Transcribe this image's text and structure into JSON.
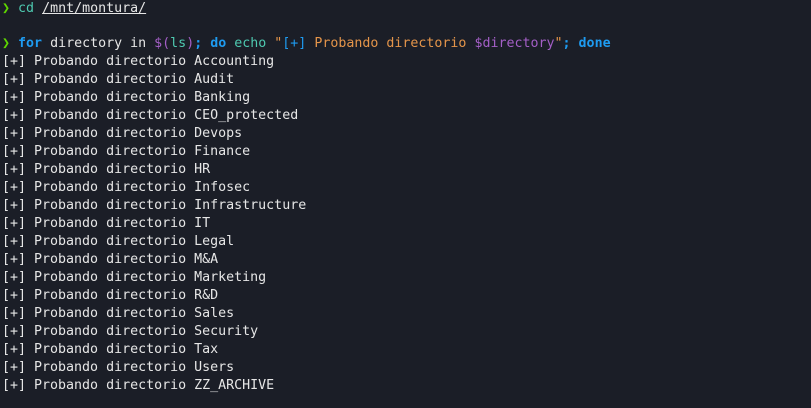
{
  "prompt_symbol": "❯",
  "commands": [
    {
      "cmd": "cd",
      "arg": "/mnt/montura/"
    },
    {
      "for_kw": "for",
      "var_name": " directory ",
      "in_kw": "in",
      "subst_open": " $(",
      "subst_cmd": "ls",
      "subst_close": ")",
      "semi1": ";",
      "do_kw": " do",
      "echo": " echo",
      "quote_open": " \"",
      "bracket": "[+]",
      "string_text": " Probando directorio ",
      "string_var": "$directory",
      "quote_close": "\"",
      "semi2": ";",
      "done_kw": " done"
    }
  ],
  "output_prefix": "[+] Probando directorio ",
  "output": [
    "[+] Probando directorio Accounting",
    "[+] Probando directorio Audit",
    "[+] Probando directorio Banking",
    "[+] Probando directorio CEO_protected",
    "[+] Probando directorio Devops",
    "[+] Probando directorio Finance",
    "[+] Probando directorio HR",
    "[+] Probando directorio Infosec",
    "[+] Probando directorio Infrastructure",
    "[+] Probando directorio IT",
    "[+] Probando directorio Legal",
    "[+] Probando directorio M&A",
    "[+] Probando directorio Marketing",
    "[+] Probando directorio R&D",
    "[+] Probando directorio Sales",
    "[+] Probando directorio Security",
    "[+] Probando directorio Tax",
    "[+] Probando directorio Users",
    "[+] Probando directorio ZZ_ARCHIVE"
  ],
  "colors": {
    "background": "#1b1e27",
    "prompt": "#5fd700",
    "keyword": "#1e9bf0",
    "command": "#4ec9b0",
    "string": "#e5954a",
    "variable": "#a45fc7",
    "text": "#e6e6e6"
  }
}
